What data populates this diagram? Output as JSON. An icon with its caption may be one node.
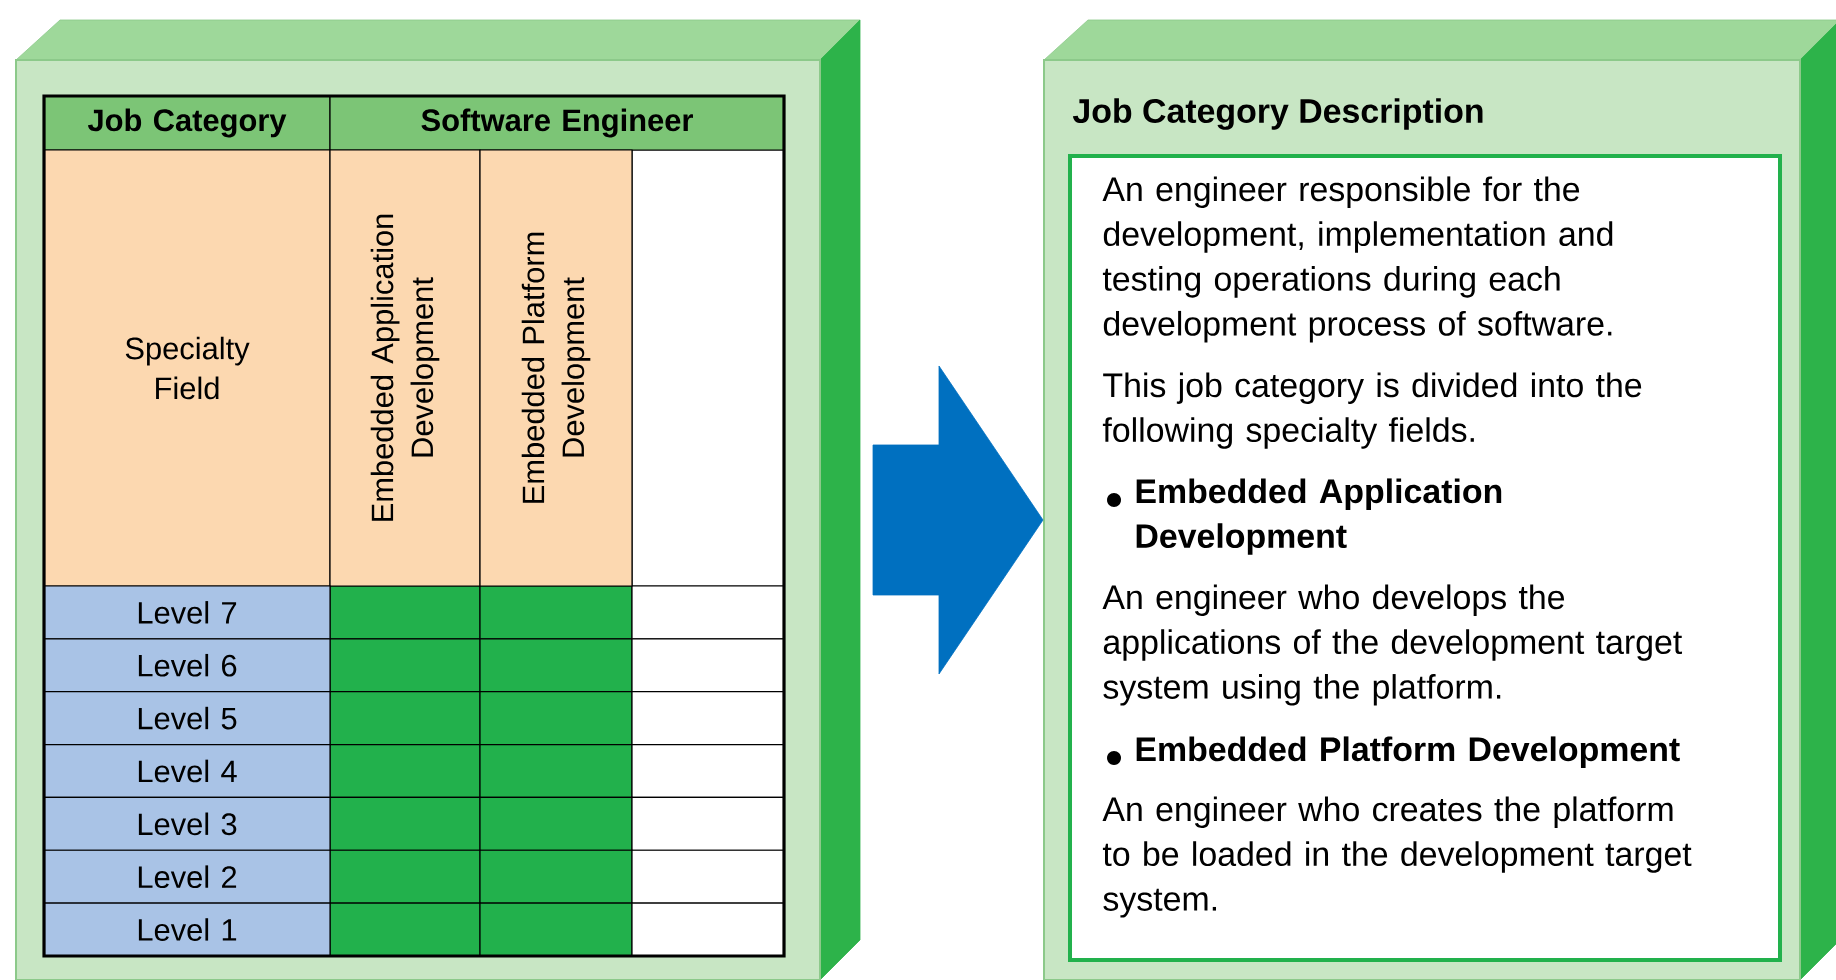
{
  "diagram": {
    "nodes": [
      {
        "text": [],
        "shape": "box"
      },
      {
        "text": [
          "Job Category Description"
        ]
      },
      {
        "text": [
          "An engineer responsible for the development, implementation and testing operations during each development process of software.",
          "This job category is divided into the following specialty fields.",
          "Embedded Application Development",
          "An engineer who develops the applications of the development target system using the platform.",
          "Embedded Platform Development",
          "An engineer who creates the platform to be loaded in the development target system."
        ],
        "in": 1
      }
    ],
    "edges": [
      {
        "from": 0,
        "to": 1,
        "arrow": "to"
      }
    ],
    "labels": [
      "Job Category",
      "Software Engineer",
      "Specialty Field",
      "Embedded Application Development",
      "Embedded Platform Development",
      "Level 7",
      "Level 6",
      "Level 5",
      "Level 4",
      "Level 3",
      "Level 2",
      "Level 1"
    ]
  }
}
